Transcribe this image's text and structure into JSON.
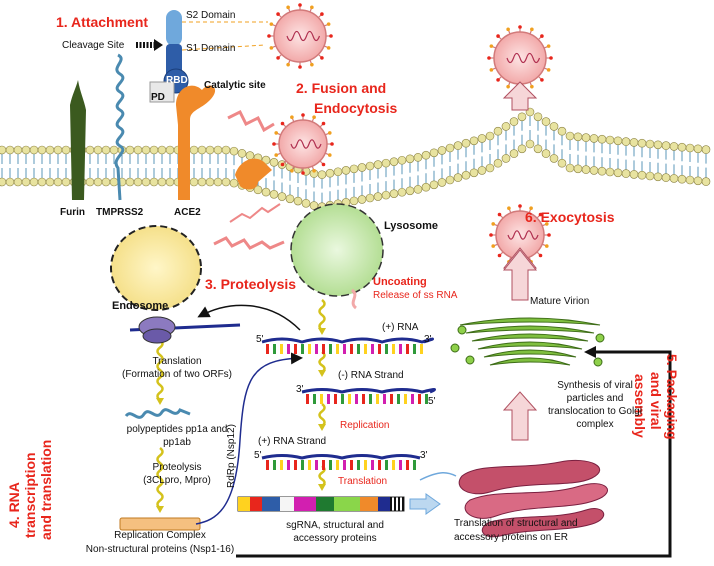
{
  "steps": {
    "attachment": "1. Attachment",
    "fusion_line1": "2. Fusion and",
    "fusion_line2": "Endocytosis",
    "proteolysis": "3. Proteolysis",
    "rna_line1": "4. RNA",
    "rna_line2": "transcription",
    "rna_line3": "and translation",
    "packaging_line1": "5. Packaging",
    "packaging_line2": "and viral",
    "packaging_line3": "assembly",
    "exocytosis": "6. Exocytosis"
  },
  "spike_labels": {
    "s2_domain": "S2 Domain",
    "s1_domain": "S1 Domain",
    "cleavage_site": "Cleavage Site",
    "rbd": "RBD",
    "pd": "PD",
    "catalytic_site": "Catalytic site"
  },
  "membrane_labels": {
    "furin": "Furin",
    "tmprss2": "TMPRSS2",
    "ace2": "ACE2"
  },
  "vesicle_labels": {
    "lysosome": "Lysosome",
    "endosome": "Endosome",
    "uncoating": "Uncoating",
    "release": "Release of ss RNA"
  },
  "rna_labels": {
    "plus_rna": "(+) RNA",
    "minus_strand": "(-) RNA Strand",
    "replication": "Replication",
    "plus_strand": "(+) RNA Strand",
    "translation": "Translation",
    "five_prime": "5'",
    "three_prime": "3'"
  },
  "left_labels": {
    "translation_line1": "Translation",
    "translation_line2": "(Formation of two ORFs)",
    "poly_line1": "polypeptides pp1a and",
    "poly_line2": "pp1ab",
    "proteolysis_line1": "Proteolysis",
    "proteolysis_line2": "(3CLpro, Mpro)",
    "rdrp": "RdRp (Nsp12)",
    "replication_complex": "Replication Complex",
    "nonstructural": "Non-structural proteins (Nsp1-16)"
  },
  "bottom_labels": {
    "sgrna_line1": "sgRNA, structural and",
    "sgrna_line2": "accessory proteins",
    "er_line1": "Translation  of structural and",
    "er_line2": "accessory proteins on ER"
  },
  "right_labels": {
    "mature_virion": "Mature Virion",
    "golgi_line1": "Synthesis of viral",
    "golgi_line2": "particles and",
    "golgi_line3": "translocation to Golgi",
    "golgi_line4": "complex"
  },
  "colors": {
    "step_red": "#e8261c",
    "membrane_head": "#e8e3a0",
    "ace2_orange": "#f08a2a",
    "spike_blue": "#2e5da8",
    "virus_pink": "#f4b8b8",
    "lysosome_green": "#b8e0a0",
    "golgi_green": "#7fbf3f",
    "rna_blue": "#1f2c8f"
  }
}
